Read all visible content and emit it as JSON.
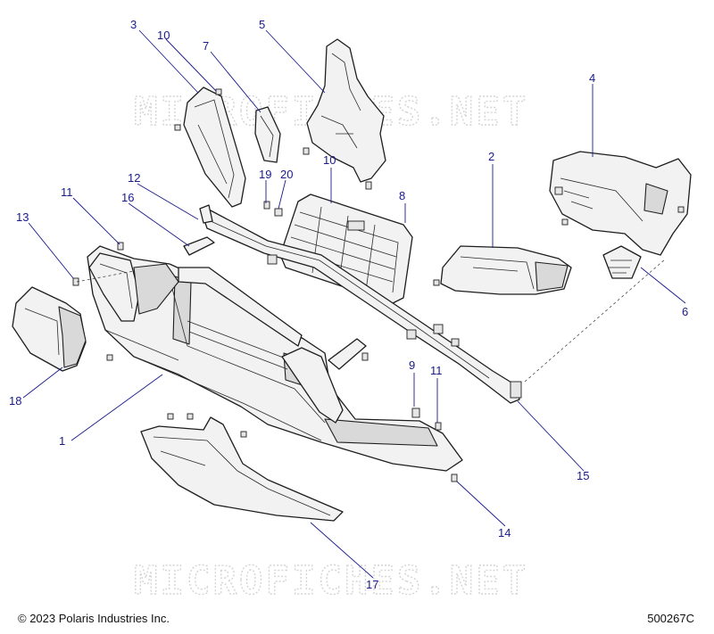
{
  "watermarks": [
    "MICROFICHES.NET",
    "MICROFICHES.NET"
  ],
  "callouts": {
    "c1": "1",
    "c2": "2",
    "c3": "3",
    "c4": "4",
    "c5": "5",
    "c6": "6",
    "c7": "7",
    "c8": "8",
    "c9": "9",
    "c10a": "10",
    "c10b": "10",
    "c11a": "11",
    "c11b": "11",
    "c12": "12",
    "c13": "13",
    "c14": "14",
    "c15": "15",
    "c16": "16",
    "c17": "17",
    "c18": "18",
    "c19": "19",
    "c20": "20"
  },
  "footer": {
    "copyright": "© 2023 Polaris Industries Inc.",
    "code": "500267C"
  },
  "colors": {
    "callout": "#1a1a8c",
    "line": "#1e1e1e",
    "watermark": "#d4d4d4"
  }
}
